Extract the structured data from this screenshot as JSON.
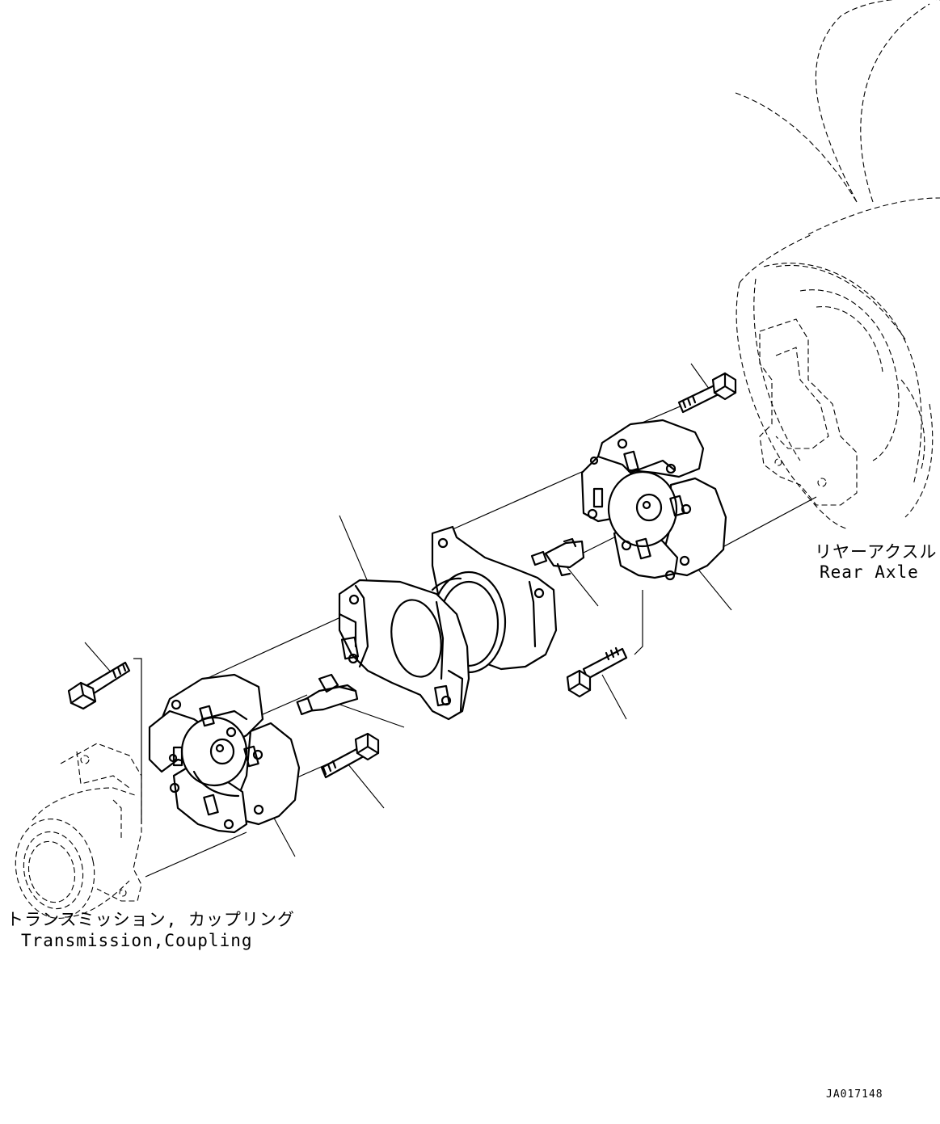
{
  "labels": {
    "rear_axle_jp": "リヤーアクスル",
    "rear_axle_en": "Rear Axle",
    "transmission_jp": "トランスミッション, カップリング",
    "transmission_en": "Transmission,Coupling",
    "drawing_code": "JA017148"
  }
}
